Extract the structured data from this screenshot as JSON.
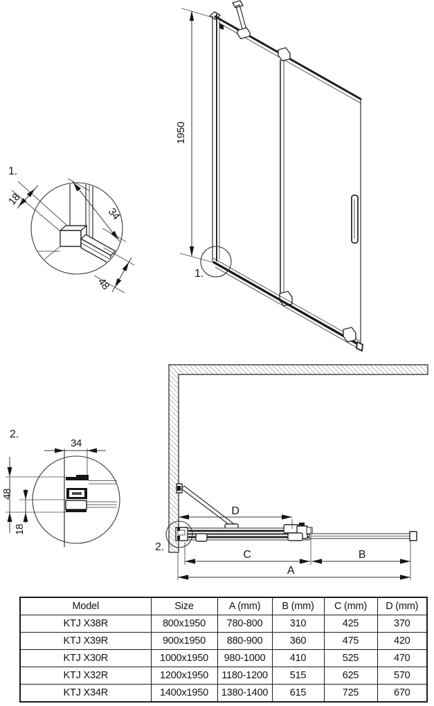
{
  "front_view": {
    "callout": "1.",
    "height": "1950"
  },
  "detail_1": {
    "label": "1.",
    "dim_18": "18",
    "dim_34": "34",
    "dim_48": "48"
  },
  "plan_view": {
    "callout": "2.",
    "dim_a": "A",
    "dim_b": "B",
    "dim_c": "C",
    "dim_d": "D"
  },
  "detail_2": {
    "label": "2.",
    "dim_34": "34",
    "dim_48": "48",
    "dim_18": "18"
  },
  "table": {
    "headers": [
      "Model",
      "Size",
      "A (mm)",
      "B (mm)",
      "C (mm)",
      "D (mm)"
    ],
    "rows": [
      [
        "KTJ X38R",
        "800x1950",
        "780-800",
        "310",
        "425",
        "370"
      ],
      [
        "KTJ X39R",
        "900x1950",
        "880-900",
        "360",
        "475",
        "420"
      ],
      [
        "KTJ X30R",
        "1000x1950",
        "980-1000",
        "410",
        "525",
        "470"
      ],
      [
        "KTJ X32R",
        "1200x1950",
        "1180-1200",
        "515",
        "625",
        "570"
      ],
      [
        "KTJ X34R",
        "1400x1950",
        "1380-1400",
        "615",
        "725",
        "670"
      ]
    ]
  }
}
